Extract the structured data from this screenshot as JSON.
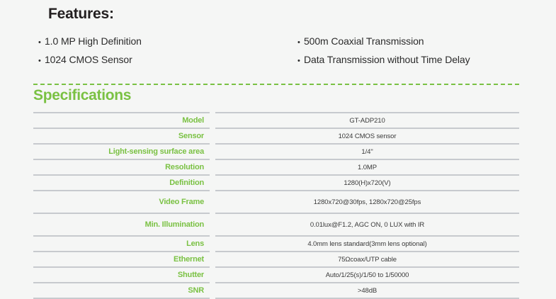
{
  "features": {
    "title": "Features:",
    "left_items": [
      "1.0 MP High Definition",
      "1024 CMOS Sensor"
    ],
    "right_items": [
      "500m Coaxial Transmission",
      "Data Transmission without Time Delay"
    ],
    "bullet_glyph": "•"
  },
  "specifications": {
    "title": "Specifications",
    "accent_color": "#7ac143",
    "rule_color": "#c7cace",
    "rows": [
      {
        "label": "Model",
        "value": "GT-ADP210",
        "tall": false
      },
      {
        "label": "Sensor",
        "value": "1024 CMOS sensor",
        "tall": false
      },
      {
        "label": "Light-sensing surface area",
        "value": "1/4\"",
        "tall": false
      },
      {
        "label": "Resolution",
        "value": "1.0MP",
        "tall": false
      },
      {
        "label": "Definition",
        "value": "1280(H)x720(V)",
        "tall": false
      },
      {
        "label": "Video Frame",
        "value": "1280x720@30fps, 1280x720@25fps",
        "tall": true
      },
      {
        "label": "Min. Illumination",
        "value": "0.01lux@F1.2, AGC ON, 0 LUX with IR",
        "tall": true
      },
      {
        "label": "Lens",
        "value": "4.0mm lens standard(3mm lens optional)",
        "tall": false
      },
      {
        "label": "Ethernet",
        "value": "75Ωcoax/UTP cable",
        "tall": false
      },
      {
        "label": "Shutter",
        "value": "Auto/1/25(s)/1/50 to 1/50000",
        "tall": false
      },
      {
        "label": "SNR",
        "value": ">48dB",
        "tall": false
      }
    ]
  }
}
